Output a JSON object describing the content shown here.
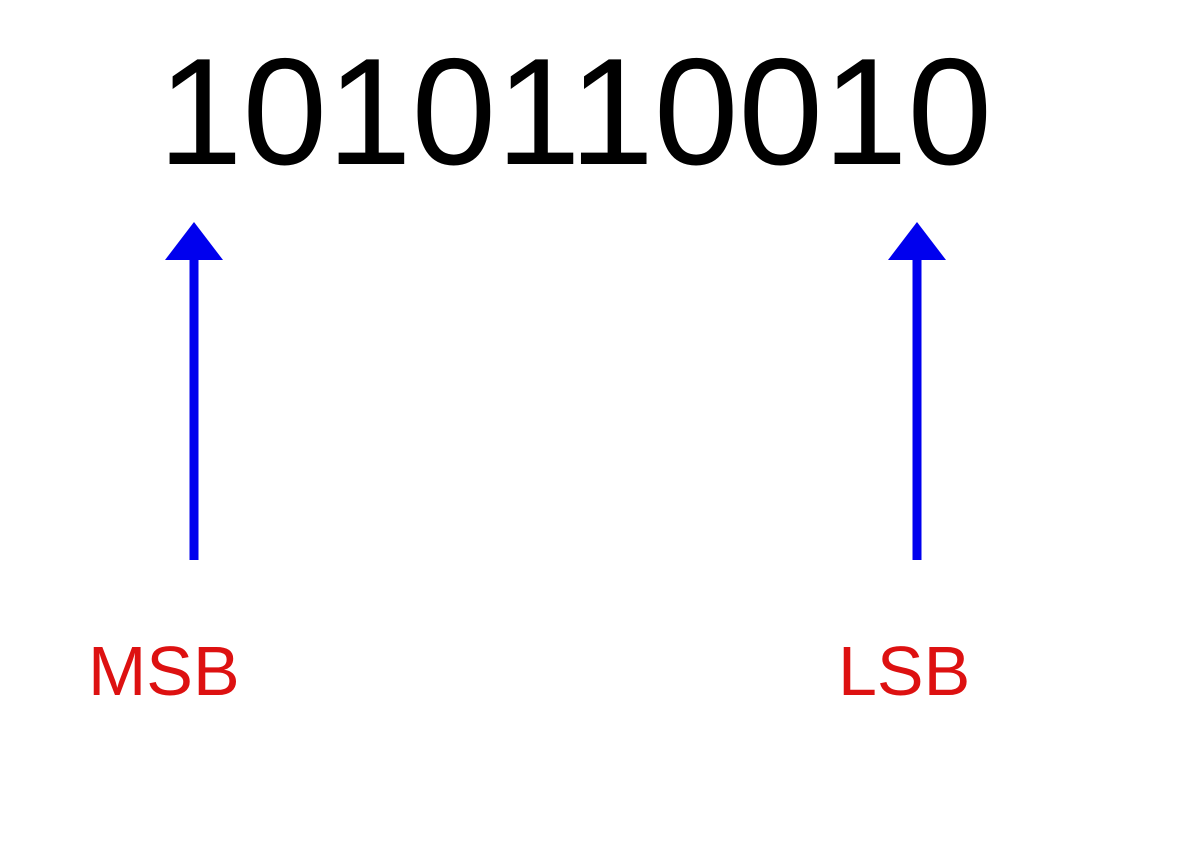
{
  "diagram": {
    "binary_value": "1010110010",
    "labels": {
      "msb": "MSB",
      "lsb": "LSB"
    },
    "colors": {
      "digits": "#000000",
      "arrows": "#0000ee",
      "labels": "#dd1111"
    }
  }
}
